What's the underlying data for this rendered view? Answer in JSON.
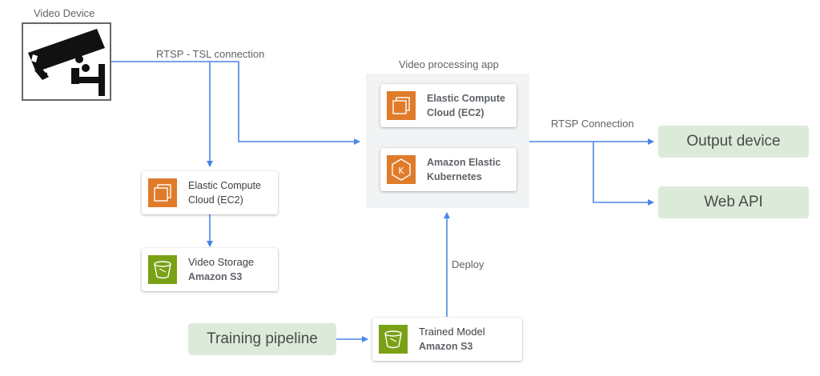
{
  "labels": {
    "video_device": "Video Device",
    "rtsp_tsl": "RTSP - TSL connection",
    "video_processing_app": "Video processing app",
    "rtsp_connection": "RTSP Connection",
    "deploy": "Deploy"
  },
  "nodes": {
    "ec2_storage": {
      "line1": "Elastic Compute",
      "line2": "Cloud (EC2)"
    },
    "video_storage": {
      "title": "Video Storage",
      "subtitle": "Amazon S3"
    },
    "ec2_app": {
      "line1": "Elastic Compute",
      "line2": "Cloud (EC2)"
    },
    "eks_app": {
      "line1": "Amazon Elastic",
      "line2": "Kubernetes"
    },
    "trained_model": {
      "title": "Trained Model",
      "subtitle": "Amazon S3"
    },
    "training_pipeline": {
      "label": "Training pipeline"
    },
    "output_device": {
      "label": "Output device"
    },
    "web_api": {
      "label": "Web API"
    }
  },
  "icons": {
    "camera": "security-camera-icon",
    "ec2": "ec2-icon",
    "eks": "kubernetes-icon",
    "s3": "s3-bucket-icon"
  },
  "colors": {
    "arrow": "#4a86e8",
    "compute_orange": "#e07b2a",
    "storage_green": "#7aa116",
    "pill_green": "#dcebd9",
    "group_bg": "#f1f3f4"
  }
}
